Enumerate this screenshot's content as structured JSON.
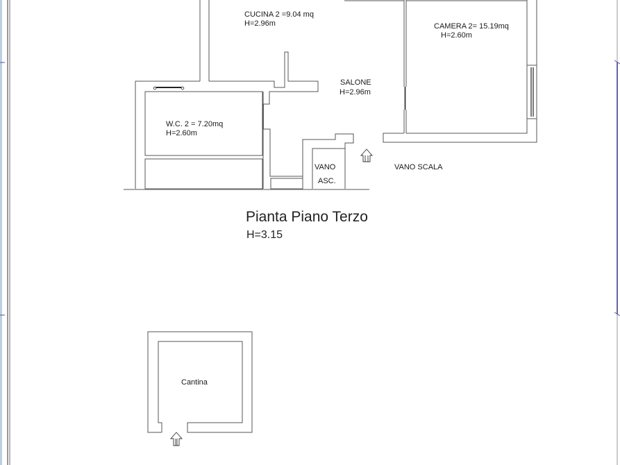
{
  "plan": {
    "title": "Pianta Piano Terzo",
    "height": "H=3.15",
    "rooms": {
      "cucina": {
        "name": "CUCINA 2 =9.04 mq",
        "height": "H=2.96m"
      },
      "camera": {
        "name": "CAMERA 2= 15.19mq",
        "height": "H=2.60m"
      },
      "salone": {
        "name": "SALONE",
        "height": "H=2.96m"
      },
      "wc": {
        "name": "W.C. 2 = 7.20mq",
        "height": "H=2.60m"
      },
      "vano_asc": {
        "line1": "VANO",
        "line2": "ASC."
      },
      "vano_scala": {
        "name": "VANO SCALA"
      },
      "cantina": {
        "name": "Cantina"
      }
    }
  },
  "colors": {
    "wall": "#555555",
    "frame_left": "#a8c0d8",
    "frame_right": "#4a4a9a"
  }
}
